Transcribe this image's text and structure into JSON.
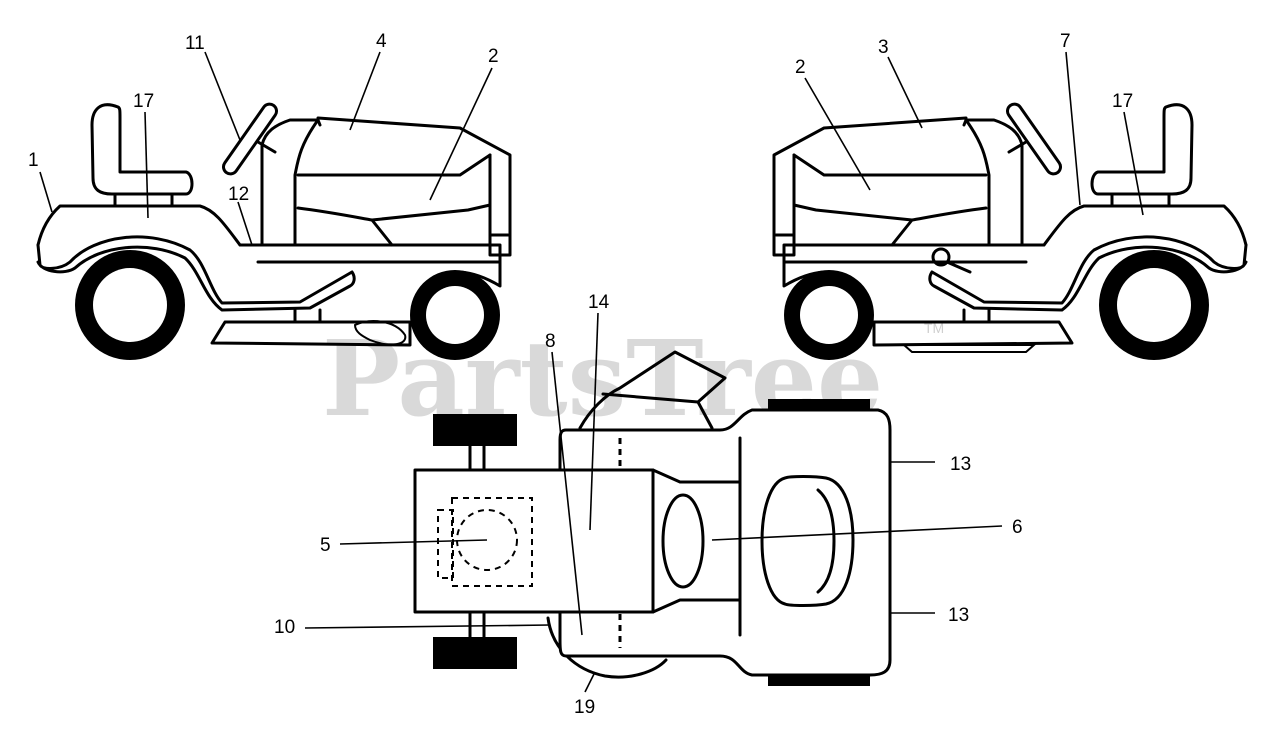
{
  "watermark": {
    "text": "PartsTree",
    "trademark": "TM"
  },
  "callouts": [
    {
      "id": "c1",
      "label": "1"
    },
    {
      "id": "c17l",
      "label": "17"
    },
    {
      "id": "c11",
      "label": "11"
    },
    {
      "id": "c12",
      "label": "12"
    },
    {
      "id": "c4",
      "label": "4"
    },
    {
      "id": "c2l",
      "label": "2"
    },
    {
      "id": "c2r",
      "label": "2"
    },
    {
      "id": "c3",
      "label": "3"
    },
    {
      "id": "c7",
      "label": "7"
    },
    {
      "id": "c17r",
      "label": "17"
    },
    {
      "id": "c14",
      "label": "14"
    },
    {
      "id": "c8",
      "label": "8"
    },
    {
      "id": "c5",
      "label": "5"
    },
    {
      "id": "c10",
      "label": "10"
    },
    {
      "id": "c19",
      "label": "19"
    },
    {
      "id": "c13a",
      "label": "13"
    },
    {
      "id": "c6",
      "label": "6"
    },
    {
      "id": "c13b",
      "label": "13"
    }
  ]
}
